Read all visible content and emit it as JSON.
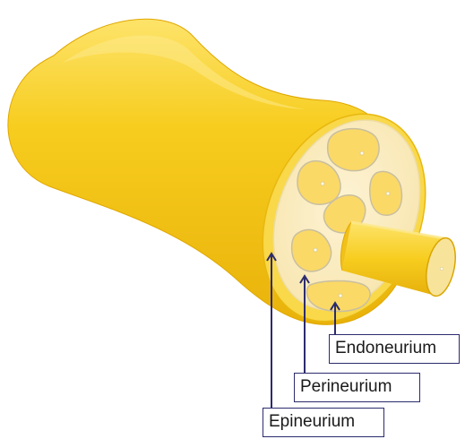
{
  "labels": {
    "endoneurium": "Endoneurium",
    "perineurium": "Perineurium",
    "epineurium": "Epineurium"
  },
  "colors": {
    "nerve_body": "#f5c518",
    "nerve_highlight": "#fde36a",
    "nerve_shadow": "#e0a800",
    "cross_section_fill": "#fbeec4",
    "fascicle_fill": "#fbd967",
    "fascicle_stroke": "#c9bfa0",
    "axon_fill": "#f7cf2a",
    "leader_line": "#2c2b6e"
  }
}
